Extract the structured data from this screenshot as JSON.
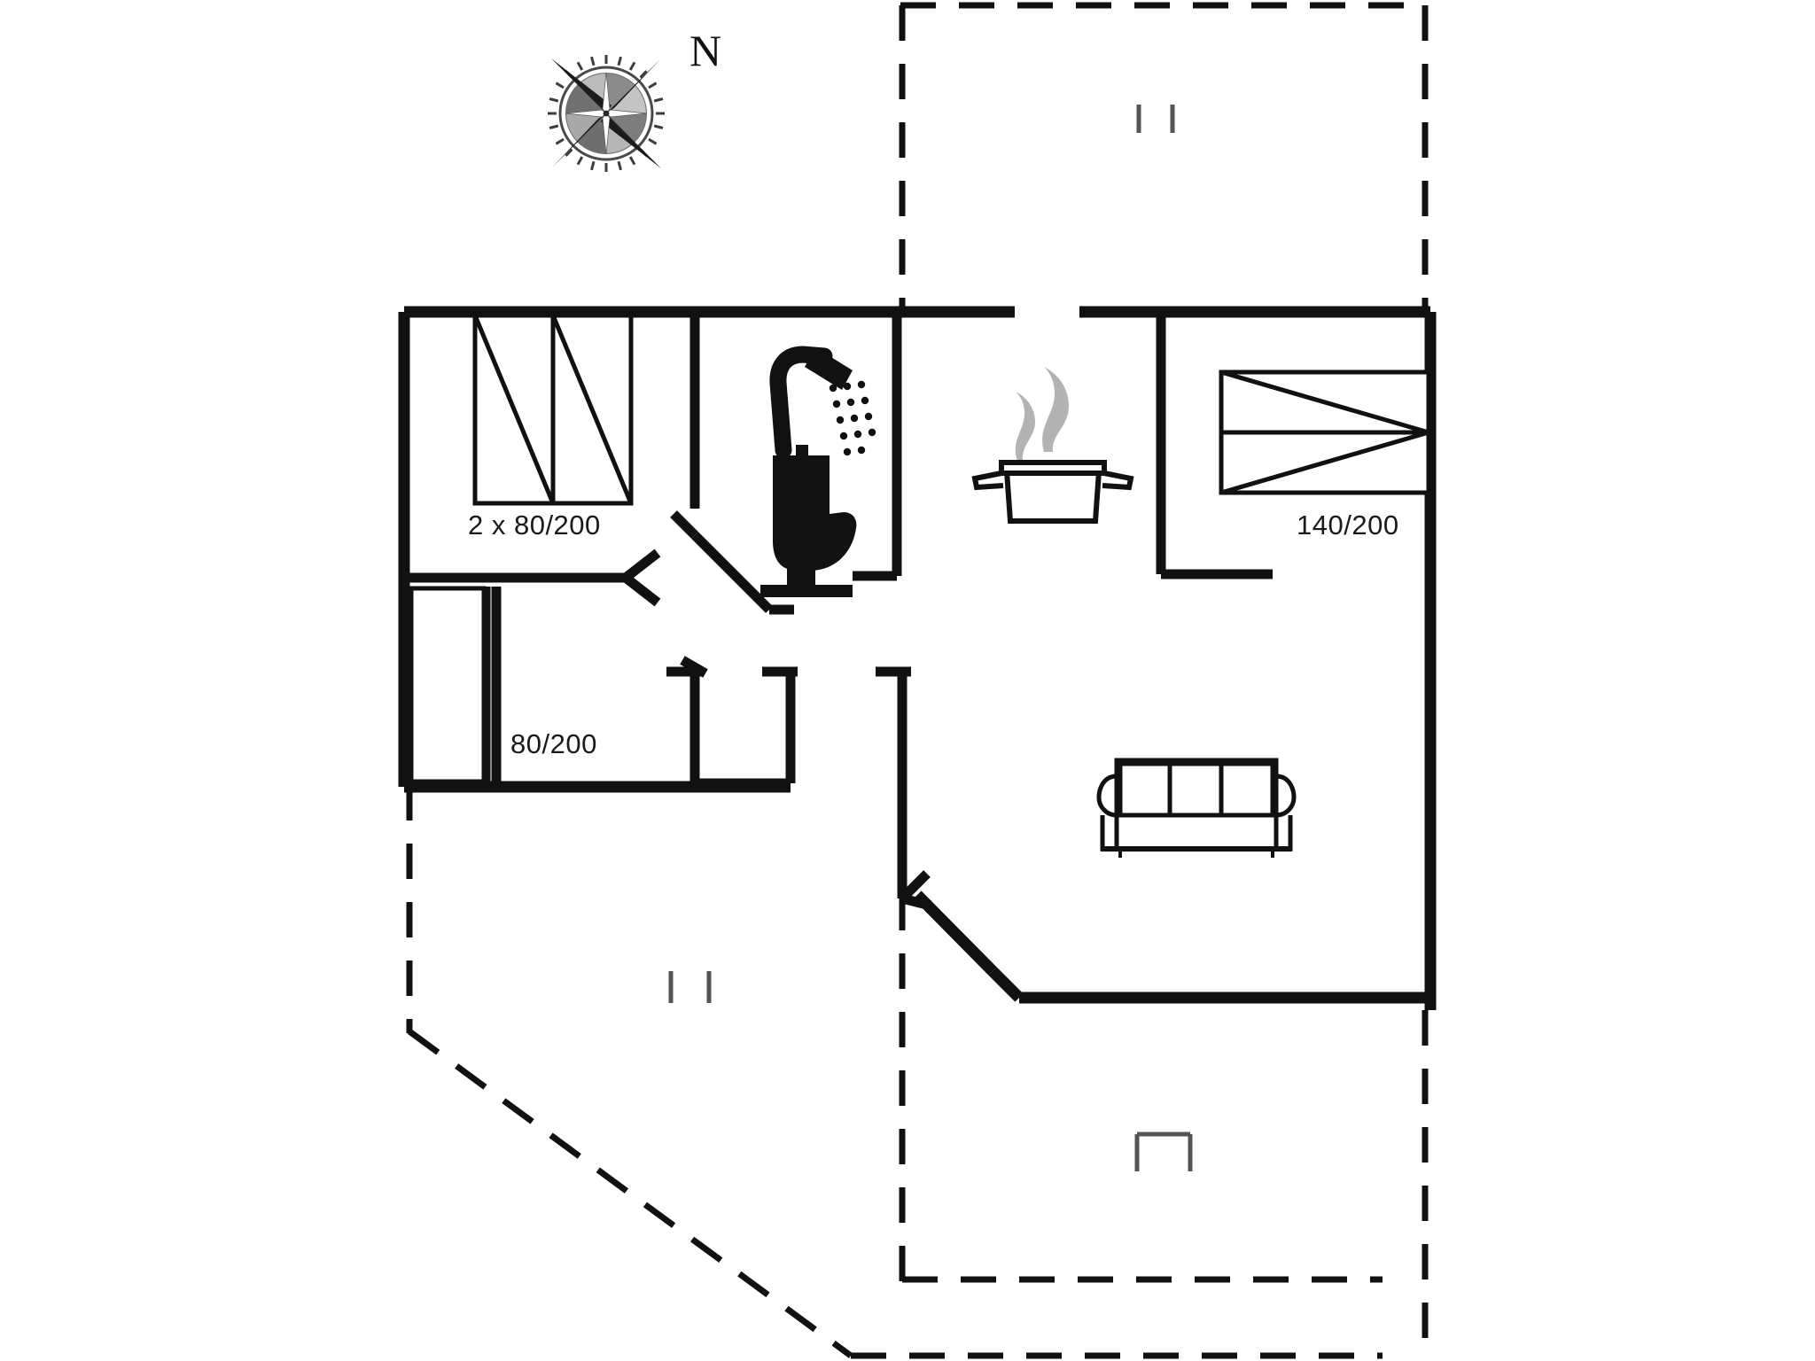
{
  "document": {
    "type": "floor-plan",
    "title": "Holiday home floor plan",
    "background_color": "#ffffff",
    "line_color": "#111111",
    "steam_color": "#b3b3b3"
  },
  "compass": {
    "name": "compass-rose",
    "north_label": "N"
  },
  "dimension_labels": [
    {
      "id": "beds-2x",
      "text": "2 x 80/200",
      "room": "bedroom-twin"
    },
    {
      "id": "bed-single",
      "text": "80/200",
      "room": "bedroom-single"
    },
    {
      "id": "bed-double",
      "text": "140/200",
      "room": "bedroom-double"
    }
  ],
  "rooms": [
    {
      "id": "bedroom-twin",
      "beds": "2 x 80/200"
    },
    {
      "id": "bedroom-single",
      "beds": "80/200"
    },
    {
      "id": "bedroom-double",
      "beds": "140/200"
    },
    {
      "id": "bathroom",
      "fixtures": [
        "shower",
        "toilet"
      ]
    },
    {
      "id": "kitchen",
      "fixtures": [
        "cooking-pot"
      ]
    },
    {
      "id": "living-room",
      "fixtures": [
        "sofa"
      ]
    },
    {
      "id": "terrace-north",
      "outline": "dashed"
    },
    {
      "id": "terrace-south",
      "outline": "dashed"
    }
  ],
  "icons": [
    {
      "name": "shower-icon",
      "room": "bathroom"
    },
    {
      "name": "toilet-icon",
      "room": "bathroom"
    },
    {
      "name": "cooking-pot-icon",
      "room": "kitchen"
    },
    {
      "name": "sofa-icon",
      "room": "living-room"
    },
    {
      "name": "bed-icon",
      "room": "bedroom-twin",
      "count": 2
    },
    {
      "name": "bed-icon",
      "room": "bedroom-single",
      "count": 1
    },
    {
      "name": "bed-icon",
      "room": "bedroom-double",
      "count": 1
    },
    {
      "name": "stairs-mark-icon",
      "room": "terrace-north"
    },
    {
      "name": "stairs-mark-icon",
      "room": "terrace-south"
    },
    {
      "name": "step-icon",
      "room": "terrace-south"
    },
    {
      "name": "door-swing-icon",
      "room": "bathroom"
    },
    {
      "name": "door-swing-icon",
      "room": "hallway"
    },
    {
      "name": "door-swing-icon",
      "room": "living-room"
    }
  ]
}
